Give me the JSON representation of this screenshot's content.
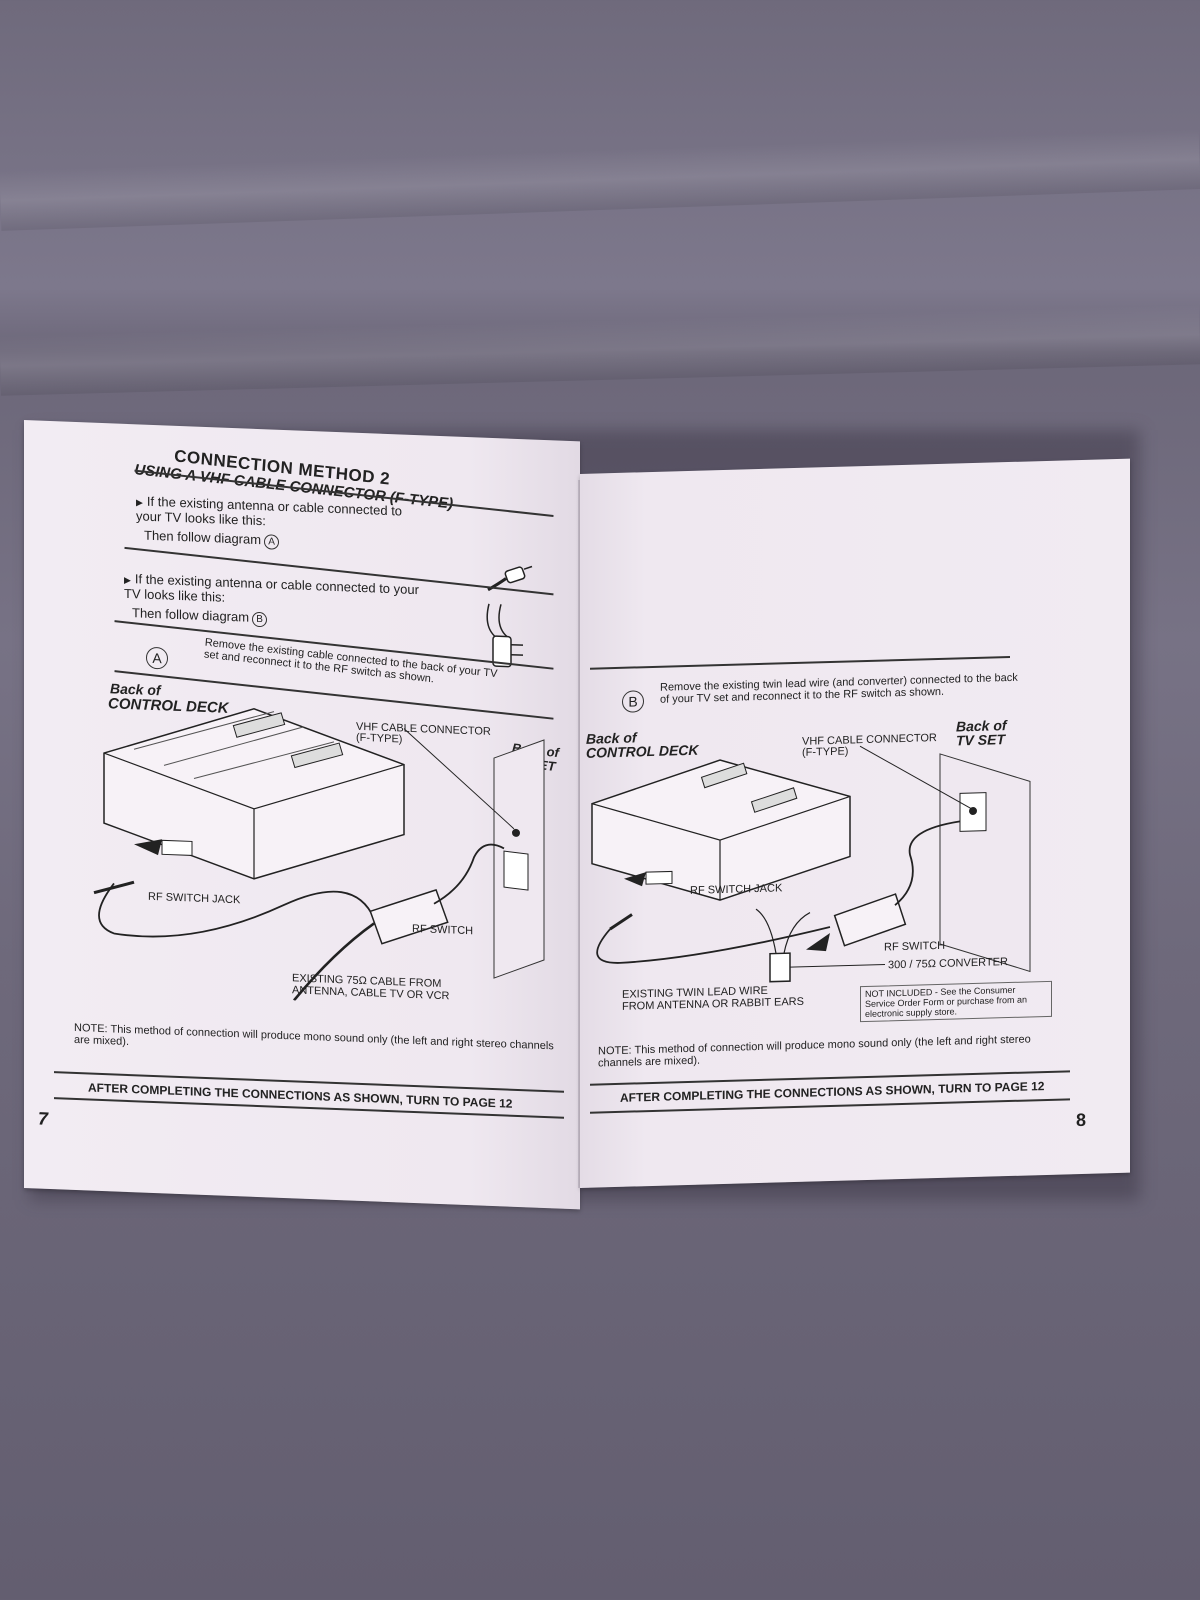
{
  "left_page": {
    "title": "CONNECTION METHOD 2",
    "subtitle": "USING A VHF CABLE CONNECTOR (F-TYPE)",
    "bullet_1": "If the existing antenna or cable connected to your TV looks like this:",
    "then_1": "Then follow diagram",
    "letter_a": "A",
    "bullet_2": "If the existing antenna or cable connected to your TV looks like this:",
    "then_2": "Then follow diagram",
    "letter_b": "B",
    "step_a": "Remove the existing cable connected to the back of your TV set and reconnect it to the RF switch as shown.",
    "back_of": "Back of",
    "control_deck": "CONTROL DECK",
    "vhf_connector": "VHF CABLE CONNECTOR",
    "vhf_type": "(F-TYPE)",
    "back_of_tv": "Back of",
    "tv_set": "TV SET",
    "rf_switch_jack": "RF SWITCH JACK",
    "rf_switch": "RF SWITCH",
    "existing_cable_1": "EXISTING 75Ω CABLE FROM",
    "existing_cable_2": "ANTENNA, CABLE TV OR VCR",
    "note": "NOTE: This method of connection will produce mono sound only (the left and right stereo channels are mixed).",
    "footer": "AFTER COMPLETING THE CONNECTIONS AS SHOWN, TURN TO PAGE 12",
    "page_number": "7"
  },
  "right_page": {
    "letter_b": "B",
    "step_b": "Remove the existing twin lead wire (and converter) connected to the back of your TV set and reconnect it to the RF switch as shown.",
    "back_of": "Back of",
    "control_deck": "CONTROL DECK",
    "vhf_connector": "VHF CABLE CONNECTOR",
    "vhf_type": "(F-TYPE)",
    "back_of_tv": "Back of",
    "tv_set": "TV SET",
    "rf_switch_jack": "RF SWITCH JACK",
    "rf_switch": "RF SWITCH",
    "converter": "300 / 75Ω CONVERTER",
    "twin_lead_1": "EXISTING TWIN LEAD WIRE",
    "twin_lead_2": "FROM ANTENNA OR RABBIT EARS",
    "not_included": "NOT INCLUDED - See the Consumer Service Order Form or purchase from an electronic supply store.",
    "note": "NOTE: This method of connection will produce mono sound only (the left and right stereo channels are mixed).",
    "footer": "AFTER COMPLETING THE CONNECTIONS AS SHOWN, TURN TO PAGE 12",
    "page_number": "8"
  }
}
